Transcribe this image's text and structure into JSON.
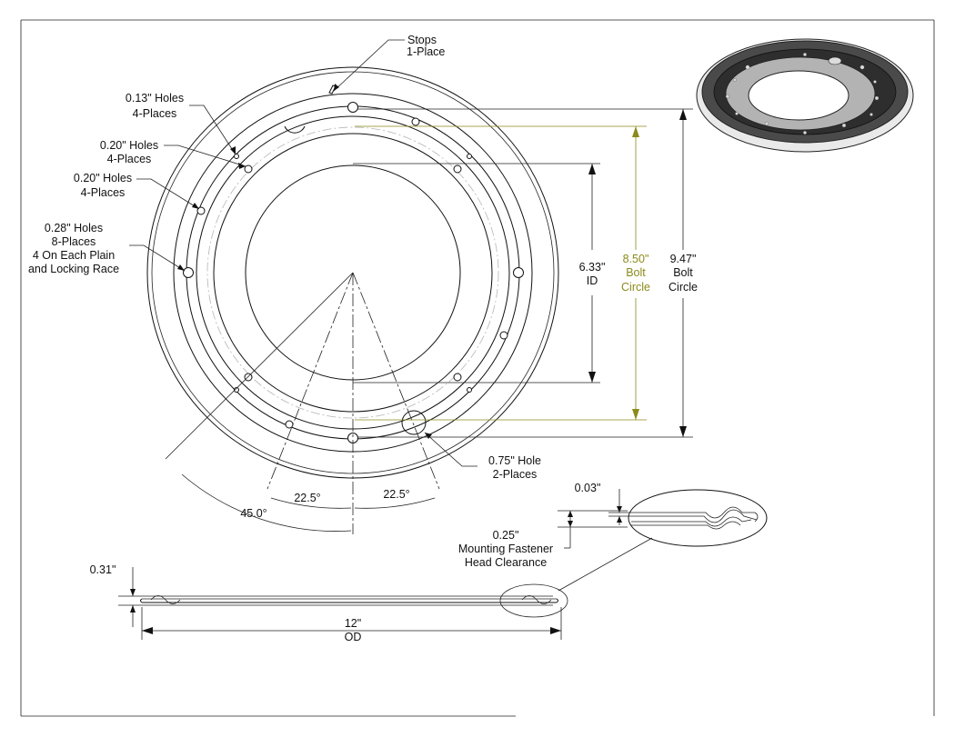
{
  "colors": {
    "line": "#111111",
    "bolt_circle_accent": "#8c8a1b",
    "background": "#ffffff"
  },
  "callouts": {
    "stops": [
      "Stops",
      "1-Place"
    ],
    "holes_013": [
      "0.13\" Holes",
      "4-Places"
    ],
    "holes_020_a": [
      "0.20\" Holes",
      "4-Places"
    ],
    "holes_020_b": [
      "0.20\" Holes",
      "4-Places"
    ],
    "holes_028": [
      "0.28\" Holes",
      "8-Places",
      "4 On Each Plain",
      "and Locking Race"
    ],
    "hole_075": [
      "0.75\" Hole",
      "2-Places"
    ]
  },
  "dimensions": {
    "id": [
      "6.33\"",
      "ID"
    ],
    "bolt_circle_850": [
      "8.50\"",
      "Bolt",
      "Circle"
    ],
    "bolt_circle_947": [
      "9.47\"",
      "Bolt",
      "Circle"
    ],
    "angle_total": "45.0°",
    "angle_left": "22.5°",
    "angle_right": "22.5°",
    "thickness": "0.31\"",
    "od": [
      "12\"",
      "OD"
    ],
    "gap": "0.03\"",
    "clearance": [
      "0.25\"",
      "Mounting Fastener",
      "Head Clearance"
    ]
  }
}
